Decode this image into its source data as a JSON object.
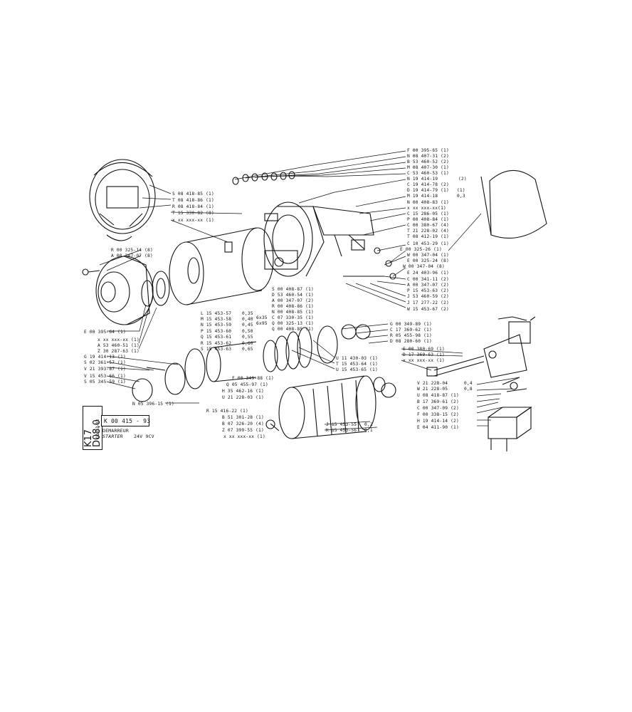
{
  "title_block": {
    "sheet_code_top": "K17",
    "sheet_code_bottom": "D08.0",
    "date": "01-03-83",
    "part_number": "K 00 415 - 93",
    "name_fr": "DEMARREUR",
    "name_en": "STARTER",
    "spec": "24V 9CV"
  },
  "labels_top_right": [
    "F 00 395-65 (1)",
    "N 08 407-31 (2)",
    "B 53 460-52 (2)",
    "M 08 407-30 (1)",
    "C 53 460-53 (1)",
    "N 19 414-19",
    "C 19 414-78 (2)",
    "D 19 414-79 (1)",
    "M 19 414-18",
    "N 00 408-83 (1)",
    "x xx xxx-xx(1)",
    "C 15 286-05 (1)",
    "P 00 408-84 (1)",
    "C 00 380-67 (4)",
    "T 21 228-02 (4)",
    "T 08 412-19 (1)",
    "C 10 453-29 (1)",
    "E 00 325-26 (1)",
    "W 00 347-04 (1)",
    "E 00 325-24 (8)",
    "W 00 347-04 (8)",
    "E 24 403-96 (1)",
    "C 00 341-11 (2)",
    "A 00 347-07 (2)",
    "P 15 453-63 (2)",
    "J 53 460-59 (2)",
    "J 17 277-22 (2)",
    "W 15 453-67 (2)"
  ],
  "labels_top_left": [
    "S 08 418-85 (1)",
    "T 08 418-86 (1)",
    "R 08 418-84 (1)",
    "T 15 330-82 (8)",
    "x xx xxx-xx (1)"
  ],
  "labels_left": [
    "R 00 325-14 (8)",
    "A 00 347-07 (8)",
    "E 00 395-64 (1)",
    "x xx xxx-xx (1)",
    "A 53 460-51 (1)",
    "Z 30 287-63 (1)",
    "G 19 414-13 (1)",
    "S 02 361-57 (1)",
    "V 21 393-87 (1)",
    "V 15 453-66 (1)",
    "S 05 345-59 (1)",
    "N 05 396-15 (1)"
  ],
  "labels_center": [
    "S 00 408-87 (1)",
    "D 53 460-54 (1)",
    "A 00 347-07 (2)",
    "R 00 408-86 (1)",
    "N 00 408-85 (1)",
    "C 07 330-35 (1)",
    "Q 00 325-13 (1)",
    "Q 00 408-85 (1)"
  ],
  "shim_table": [
    {
      "ref": "L 15 453-57",
      "val": "0,35"
    },
    {
      "ref": "M 15 453-58",
      "val": "0,40"
    },
    {
      "ref": "N 15 453-59",
      "val": "0,45"
    },
    {
      "ref": "P 15 453-60",
      "val": "0,50"
    },
    {
      "ref": "Q 15 453-61",
      "val": "0,55"
    },
    {
      "ref": "R 15 453-62",
      "val": "0,60"
    },
    {
      "ref": "S 15 453-63",
      "val": "0,65"
    }
  ],
  "size_notes": [
    "6x35",
    "6x95"
  ],
  "labels_lower_center": [
    "F 00 349-88 (1)",
    "Q 05 455-97 (1)",
    "H 35 462-16 (1)",
    "U 21 228-03 (1)",
    "R 15 416-22 (1)",
    "B 51 301-28 (1)",
    "B 07 326-20 (4)",
    "Z 07 399-55 (1)",
    "x xx xxx-xx (1)"
  ],
  "labels_mid_right": [
    "G 00 349-89 (1)",
    "C 17 369-62 (1)",
    "R 05 455-98 (1)",
    "D 08 280-60 (1)",
    "U 11 430-03 (1)",
    "T 15 453-64 (1)",
    "U 15 453-65 (1)",
    "E 00 380-69 (1)",
    "D 17 369-63 (1)",
    "x xx xxx-xx (1)"
  ],
  "labels_lower_right": [
    "V 21 228-04",
    "W 21 228-05",
    "U 08 418-87 (1)",
    "B 17 369-61 (2)",
    "C 00 347-09 (2)",
    "F 00 338-15 (2)",
    "H 19 414-14 (2)",
    "E 04 411-90 (1)"
  ],
  "shim_small": [
    {
      "ref": "J 15 453-55",
      "val": "0,2"
    },
    {
      "ref": "K 15 453-56",
      "val": "0,1"
    }
  ],
  "shim_vw": [
    {
      "val": "0,4"
    },
    {
      "val": "0,8"
    }
  ],
  "right_quant": [
    "(2)",
    "(1)",
    "0,3"
  ]
}
